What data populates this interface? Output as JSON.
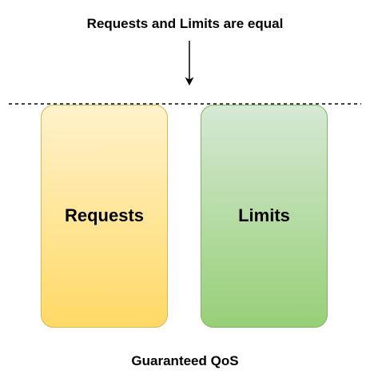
{
  "diagram": {
    "top_label": "Requests and Limits are equal",
    "boxes": [
      {
        "label": "Requests",
        "fill_top": "#fff2cc",
        "fill_bottom": "#ffd966",
        "stroke": "#d6b656"
      },
      {
        "label": "Limits",
        "fill_top": "#d5e8d4",
        "fill_bottom": "#97d077",
        "stroke": "#82b366"
      }
    ],
    "bottom_label": "Guaranteed QoS"
  }
}
